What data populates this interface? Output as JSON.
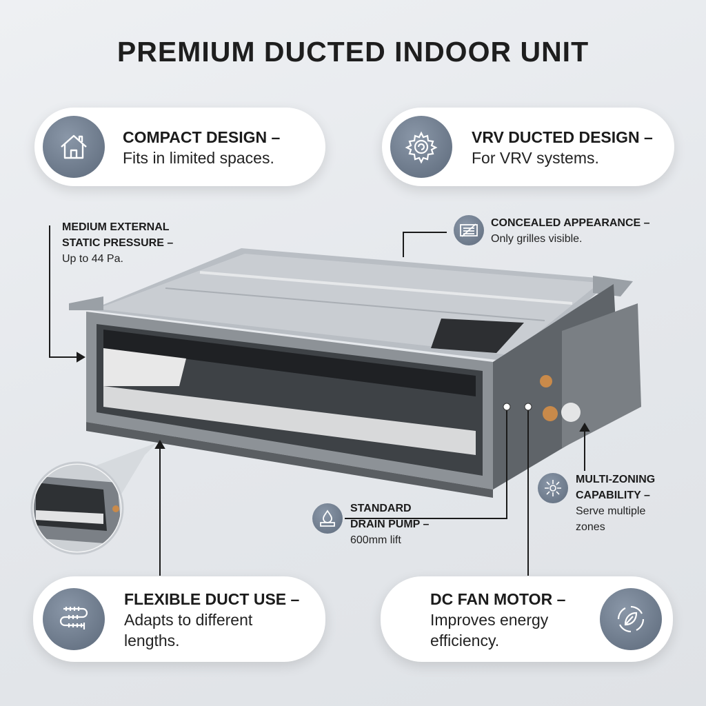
{
  "title": "PREMIUM DUCTED INDOOR UNIT",
  "features": {
    "compact": {
      "heading": "COMPACT DESIGN –",
      "text": "Fits in limited spaces.",
      "icon": "house-icon"
    },
    "vrv": {
      "heading": "VRV DUCTED DESIGN –",
      "text": "For VRV systems.",
      "icon": "gear-icon"
    },
    "flexible": {
      "heading": "FLEXIBLE DUCT USE –",
      "text_line1": "Adapts to different",
      "text_line2": "lengths.",
      "icon": "flexible-duct-icon"
    },
    "dcfan": {
      "heading": "DC FAN MOTOR –",
      "text_line1": "Improves energy",
      "text_line2": "efficiency.",
      "icon": "leaf-icon"
    }
  },
  "callouts": {
    "pressure": {
      "line1": "MEDIUM EXTERNAL",
      "line2": "STATIC PRESSURE –",
      "text": "Up to 44 Pa."
    },
    "concealed": {
      "heading": "CONCEALED APPEARANCE –",
      "text": "Only grilles visible.",
      "icon": "grille-icon"
    },
    "drain": {
      "line1": "STANDARD",
      "line2": "DRAIN PUMP –",
      "text": "600mm lift",
      "icon": "drain-pump-icon"
    },
    "zoning": {
      "line1": "MULTI-ZONING",
      "line2": "CAPABILITY –",
      "text_line1": "Serve multiple",
      "text_line2": "zones",
      "icon": "zoning-icon"
    }
  },
  "colors": {
    "accent": "#6a7788",
    "background": "#e8eaed",
    "text": "#1e1e1e"
  }
}
